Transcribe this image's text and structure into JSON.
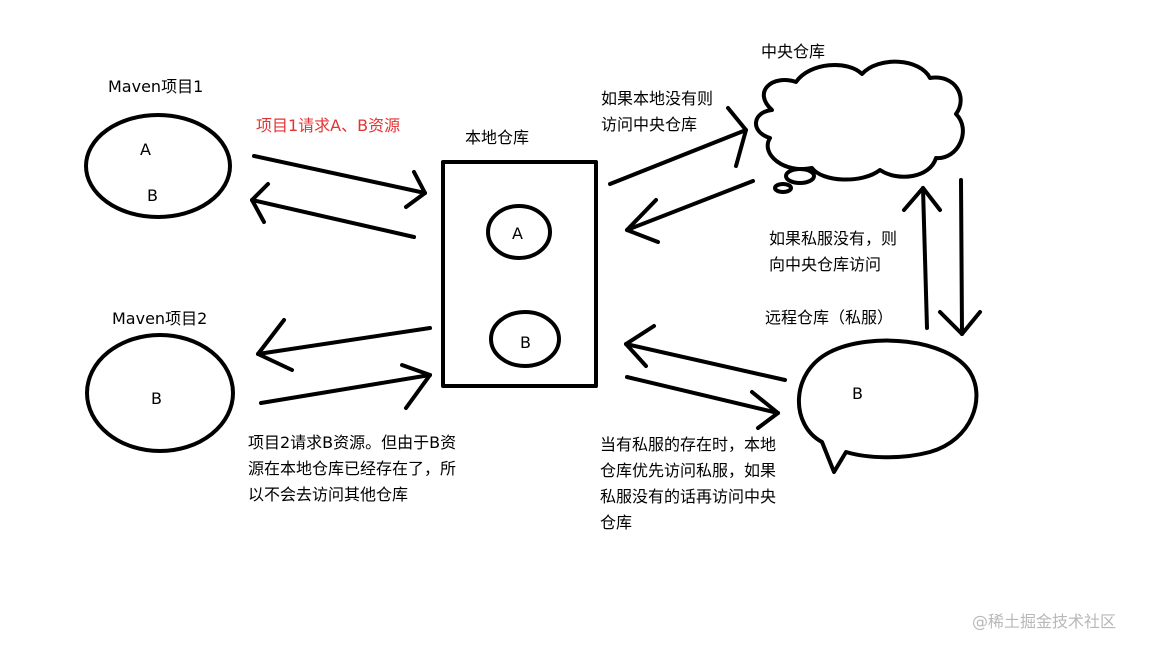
{
  "project1": {
    "title": "Maven项目1",
    "res_a": "A",
    "res_b": "B"
  },
  "project2": {
    "title": "Maven项目2",
    "res_b": "B"
  },
  "local_repo": {
    "title": "本地仓库",
    "res_a": "A",
    "res_b": "B"
  },
  "central_repo": {
    "title": "中央仓库"
  },
  "remote_repo": {
    "title": "远程仓库（私服）",
    "res_b": "B"
  },
  "notes": {
    "project1_request": "项目1请求A、B资源",
    "local_to_central": [
      "如果本地没有则",
      "访问中央仓库"
    ],
    "private_to_central": [
      "如果私服没有，则",
      "向中央仓库访问"
    ],
    "project2_request": [
      "项目2请求B资源。但由于B资",
      "源在本地仓库已经存在了，所",
      "以不会去访问其他仓库"
    ],
    "private_priority": [
      "当有私服的存在时，本地",
      "仓库优先访问私服，如果",
      "私服没有的话再访问中央",
      "仓库"
    ]
  },
  "watermark": "@稀土掘金技术社区",
  "colors": {
    "stroke": "#000000",
    "annotation": "#e53333",
    "watermark": "#b8b8b8"
  }
}
